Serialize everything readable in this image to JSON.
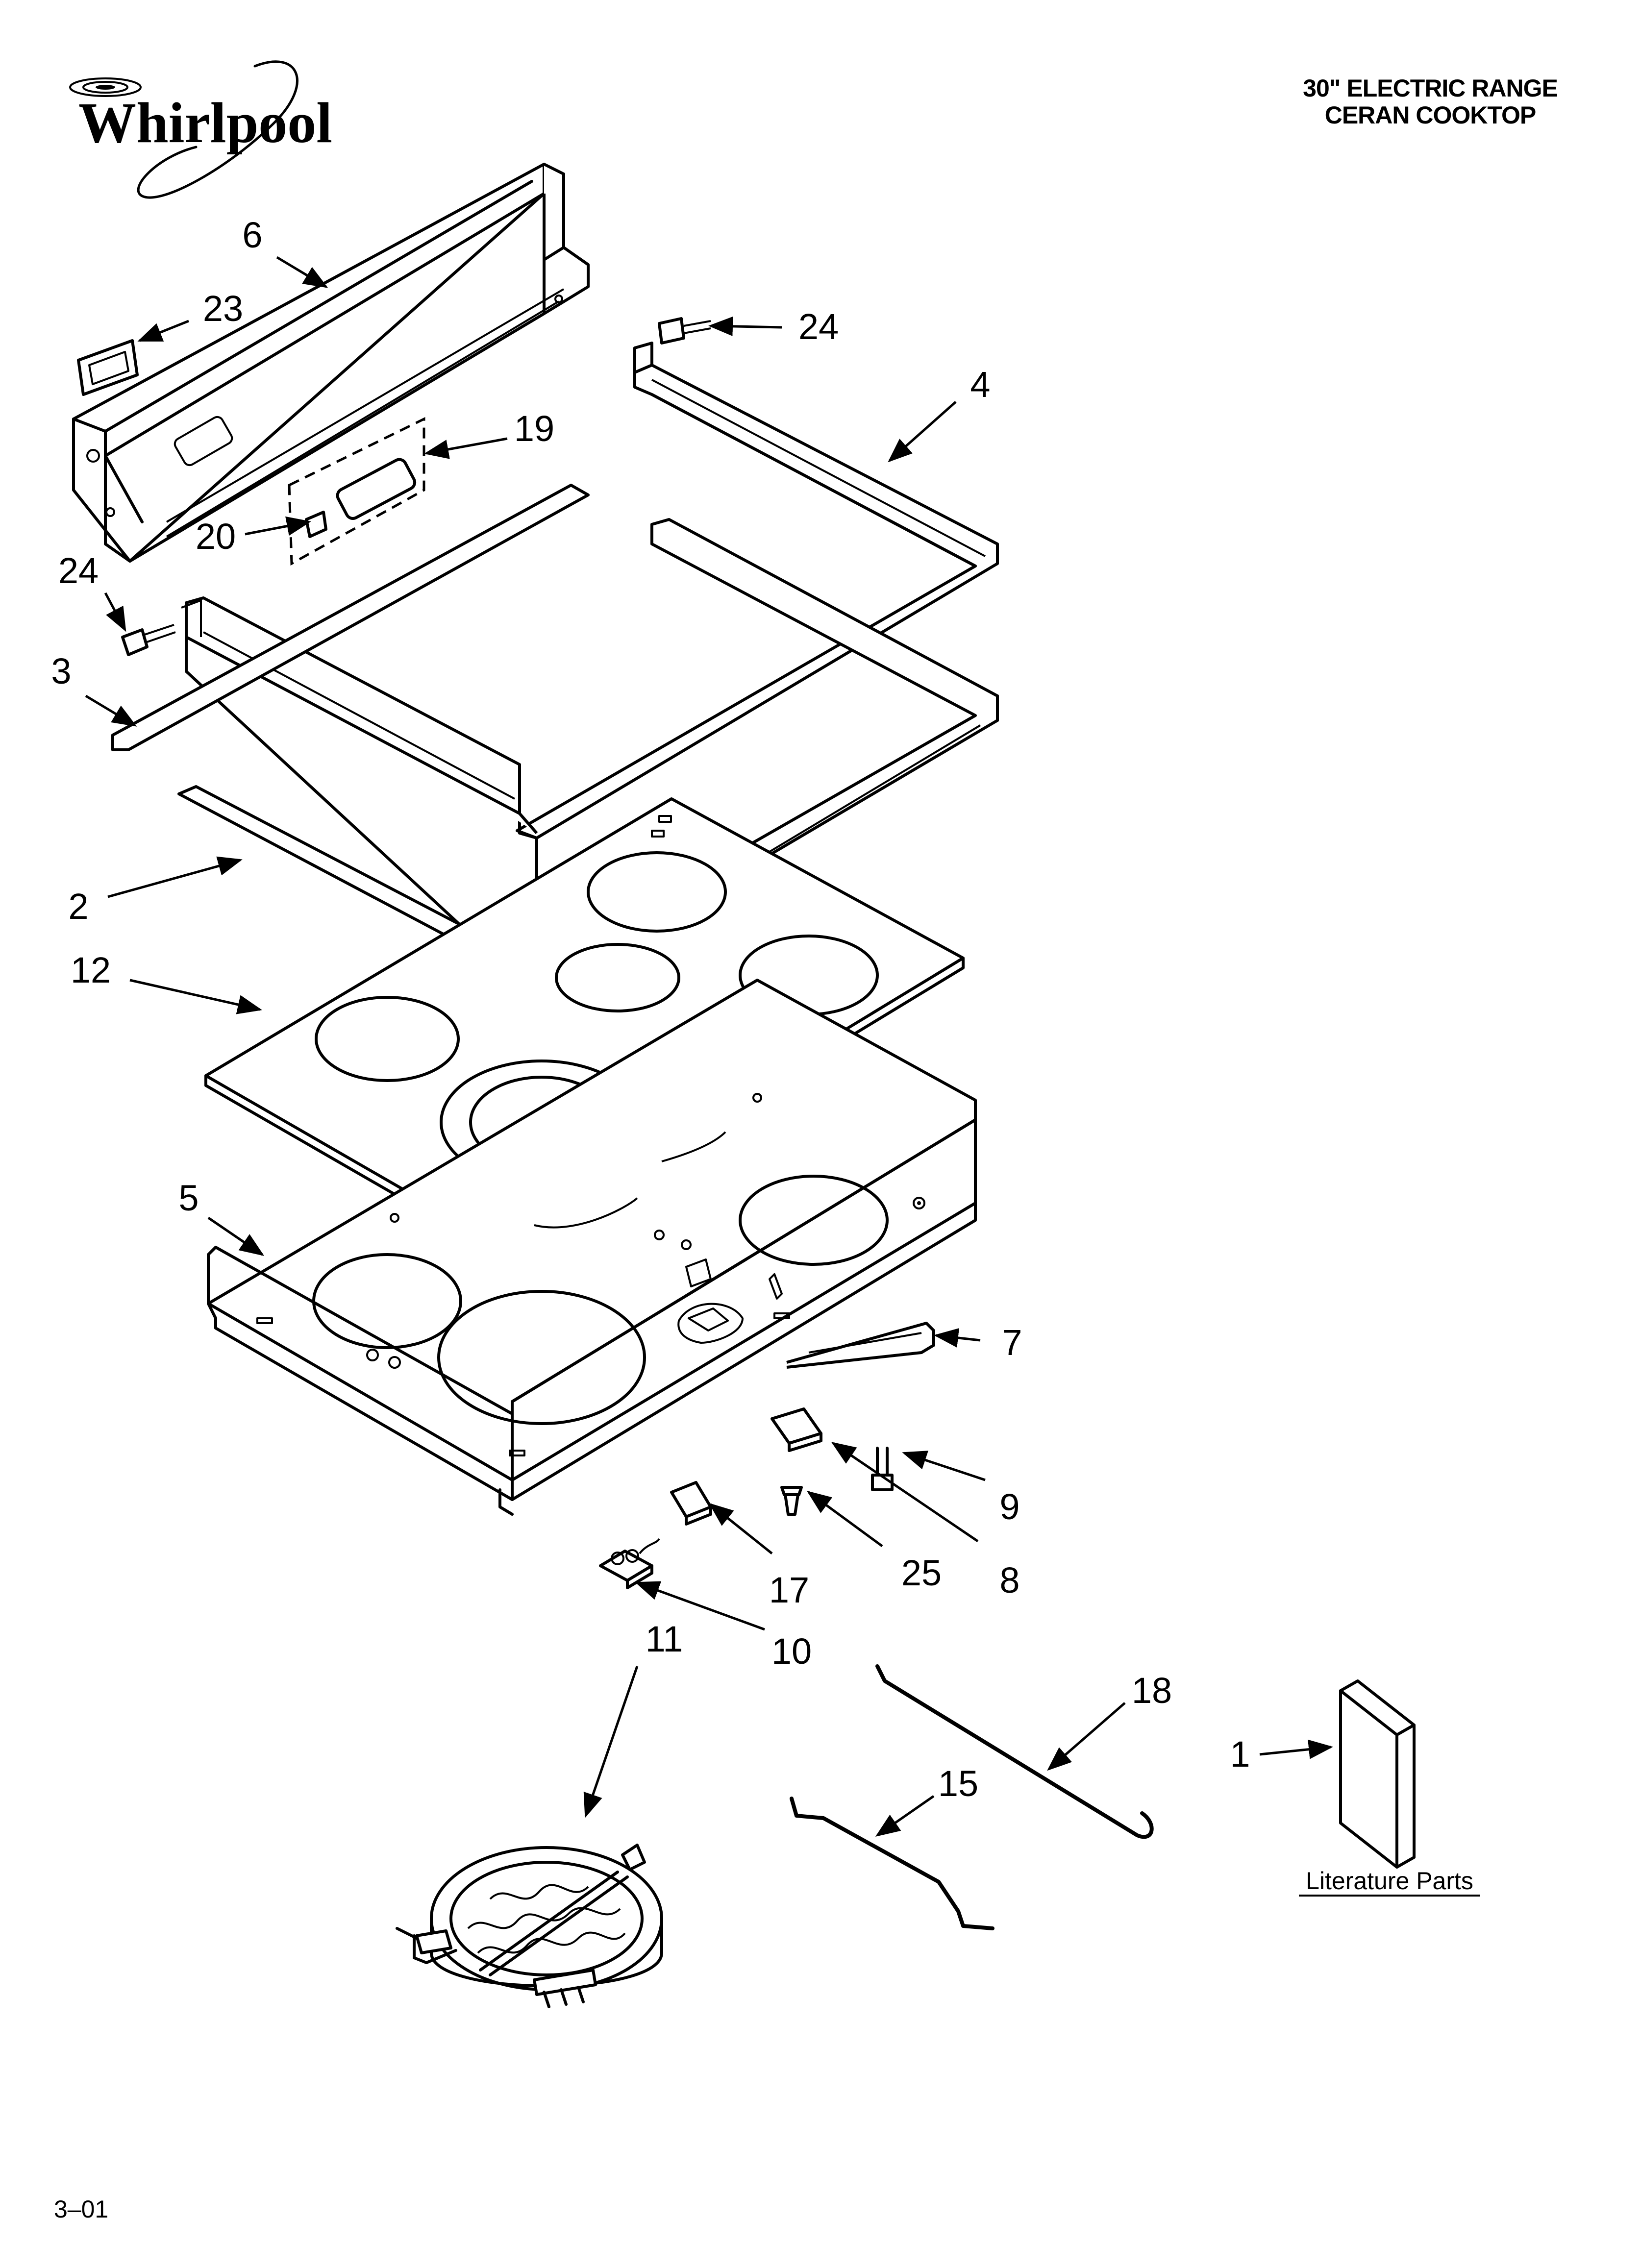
{
  "brand": {
    "name": "Whirlpool"
  },
  "header": {
    "line1": "30\" ELECTRIC RANGE",
    "line2": "CERAN COOKTOP"
  },
  "callouts": {
    "c6": "6",
    "c23": "23",
    "c24a": "24",
    "c4": "4",
    "c19": "19",
    "c20": "20",
    "c24b": "24",
    "c3": "3",
    "c2": "2",
    "c12": "12",
    "c5": "5",
    "c7": "7",
    "c9": "9",
    "c25": "25",
    "c8": "8",
    "c17": "17",
    "c10": "10",
    "c11": "11",
    "c18": "18",
    "c15": "15",
    "c1": "1"
  },
  "literature": {
    "label": "Literature Parts"
  },
  "footer": {
    "code": "3–01"
  }
}
